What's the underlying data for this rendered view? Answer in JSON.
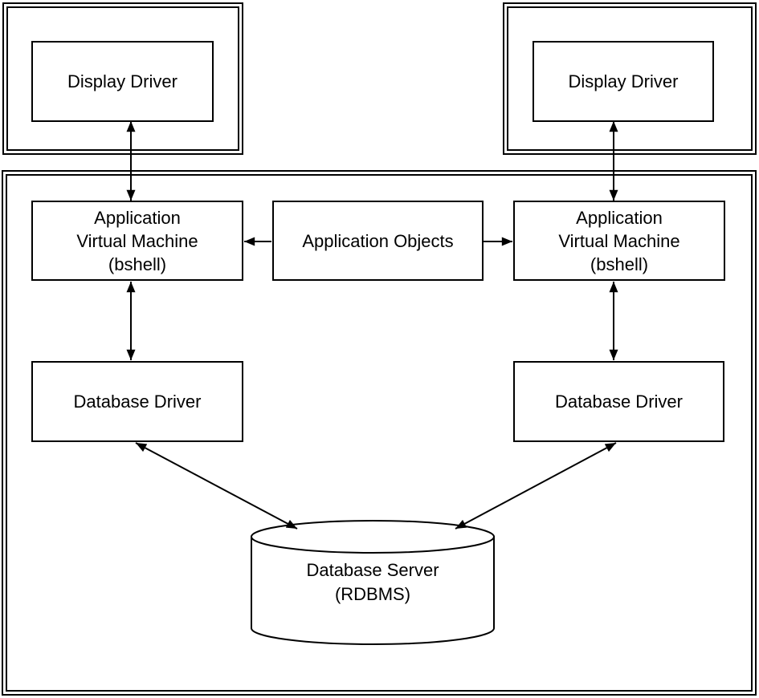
{
  "diagram": {
    "background_color": "#ffffff",
    "stroke_color": "#000000",
    "nodes": {
      "display_driver_left": {
        "label": "Display Driver"
      },
      "display_driver_right": {
        "label": "Display Driver"
      },
      "avm_left": {
        "lines": [
          "Application",
          "Virtual Machine",
          "(bshell)"
        ]
      },
      "avm_right": {
        "lines": [
          "Application",
          "Virtual Machine",
          "(bshell)"
        ]
      },
      "app_objects": {
        "label": "Application Objects"
      },
      "db_driver_left": {
        "label": "Database Driver"
      },
      "db_driver_right": {
        "label": "Database Driver"
      },
      "db_server": {
        "lines": [
          "Database Server",
          "(RDBMS)"
        ]
      }
    }
  }
}
